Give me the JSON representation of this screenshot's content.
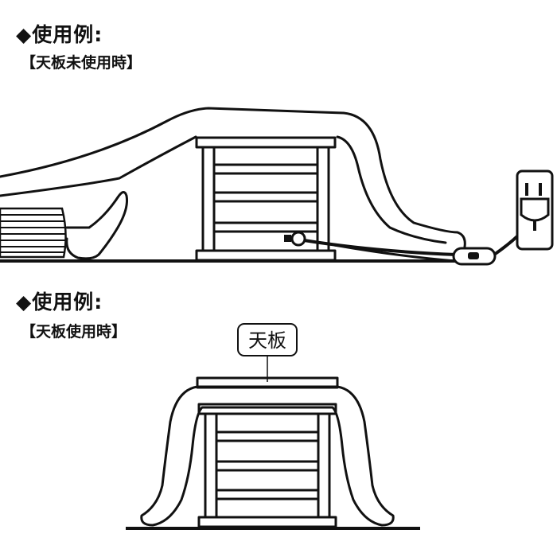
{
  "scene_unused": {
    "heading": "◆使用例:",
    "subheading": "【天板未使用時】"
  },
  "scene_used": {
    "heading": "◆使用例:",
    "subheading": "【天板使用時】",
    "callout_label": "天板"
  }
}
